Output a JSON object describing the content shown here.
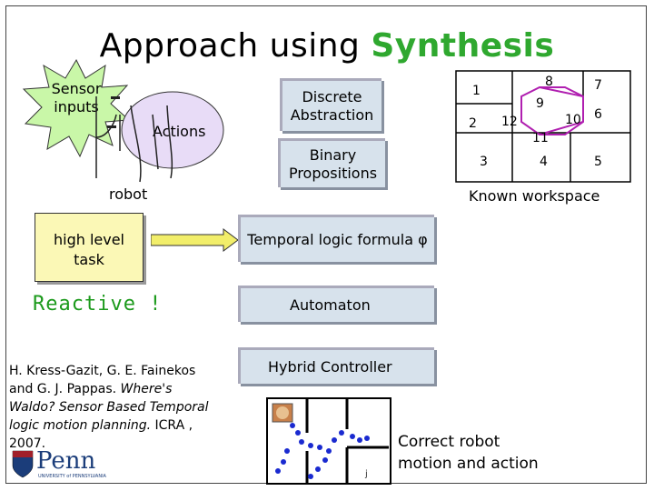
{
  "title": {
    "prefix": "Approach using ",
    "highlight": "Synthesis"
  },
  "left": {
    "sensor_label": "Sensor\ninputs",
    "actions_label": "Actions",
    "robot_label": "robot",
    "task_label": "high level\ntask",
    "reactive_label": "Reactive !",
    "citation": {
      "authors": "H. Kress-Gazit, G. E. Fainekos and G. J. Pappas. ",
      "title": "Where's Waldo? Sensor Based Temporal logic motion planning.",
      "venue": " ICRA , 2007."
    },
    "logo_text": "Penn",
    "logo_sub": "UNIVERSITY of PENNSYLVANIA"
  },
  "pipeline": {
    "discrete_abstraction": "Discrete\nAbstraction",
    "binary_propositions": "Binary\nPropositions",
    "temporal_logic": "Temporal logic formula φ",
    "automaton": "Automaton",
    "hybrid_controller": "Hybrid Controller"
  },
  "workspace": {
    "label": "Known workspace",
    "regions": [
      "1",
      "2",
      "3",
      "4",
      "5",
      "6",
      "7",
      "8",
      "9",
      "10",
      "11",
      "12"
    ],
    "highlight_color": "#b01fb0"
  },
  "result_label": "Correct robot\nmotion and action",
  "colors": {
    "synthesis": "#2fa82f",
    "reactive": "#1c9a1c",
    "box_fill": "#d7e2ec",
    "actions_fill": "#e8dcf7",
    "burst_fill": "#c9f7a8",
    "task_fill": "#fbf8b6",
    "arrow_fill": "#f2ee6a"
  }
}
